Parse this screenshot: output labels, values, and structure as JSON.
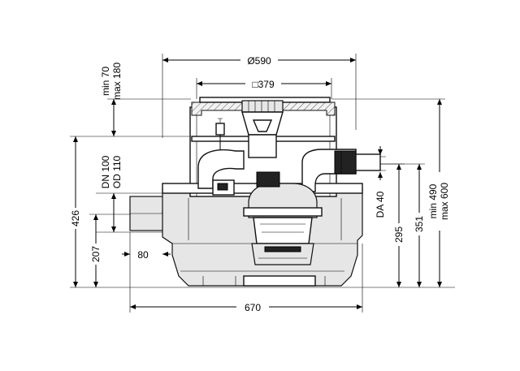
{
  "dimensions": {
    "outer_diameter": "Ø590",
    "grate_square": "□379",
    "cover_height_min": "min 70",
    "cover_height_max": "max 180",
    "inlet_dn": "DN 100",
    "inlet_od": "OD 110",
    "total_height": "426",
    "inlet_height": "207",
    "inlet_offset": "80",
    "base_width": "670",
    "outlet_da": "DA 40",
    "outlet_height": "295",
    "top_height": "351",
    "overall_min": "min 490",
    "overall_max": "max 600"
  }
}
